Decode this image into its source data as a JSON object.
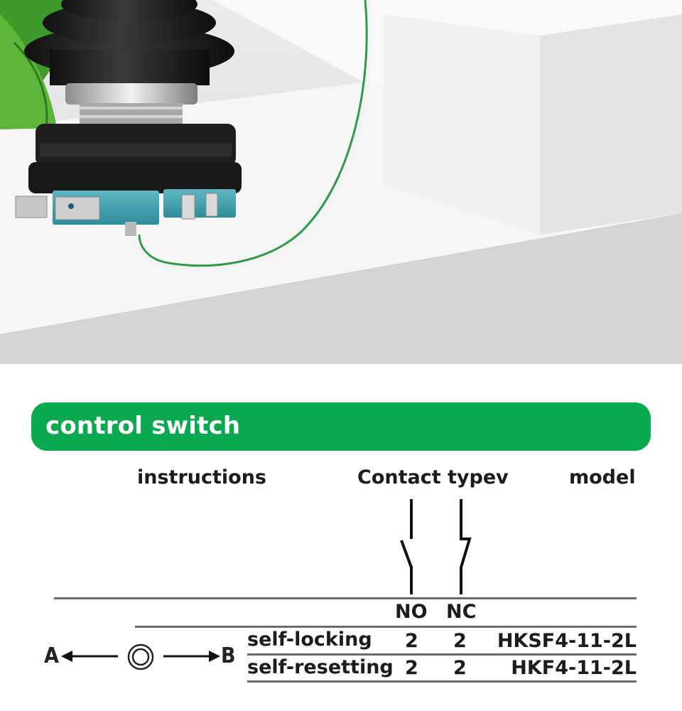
{
  "section": {
    "title": "control switch",
    "accent_color": "#0aa84f"
  },
  "table": {
    "headers": {
      "instructions": "instructions",
      "contact_type": "Contact typev",
      "model": "model"
    },
    "contact_labels": [
      "NO",
      "NC"
    ],
    "rows": [
      {
        "mode": "self-locking",
        "no": "2",
        "nc": "2",
        "model": "HKSF4-11-2L"
      },
      {
        "mode": "self-resetting",
        "no": "2",
        "nc": "2",
        "model": "HKF4-11-2L"
      }
    ]
  },
  "direction": {
    "left_label": "A",
    "right_label": "B"
  },
  "icons": [
    "joystick-switch-photo",
    "no-contact-symbol-icon",
    "nc-contact-symbol-icon",
    "arrow-left-icon",
    "arrow-right-icon",
    "knob-icon"
  ]
}
